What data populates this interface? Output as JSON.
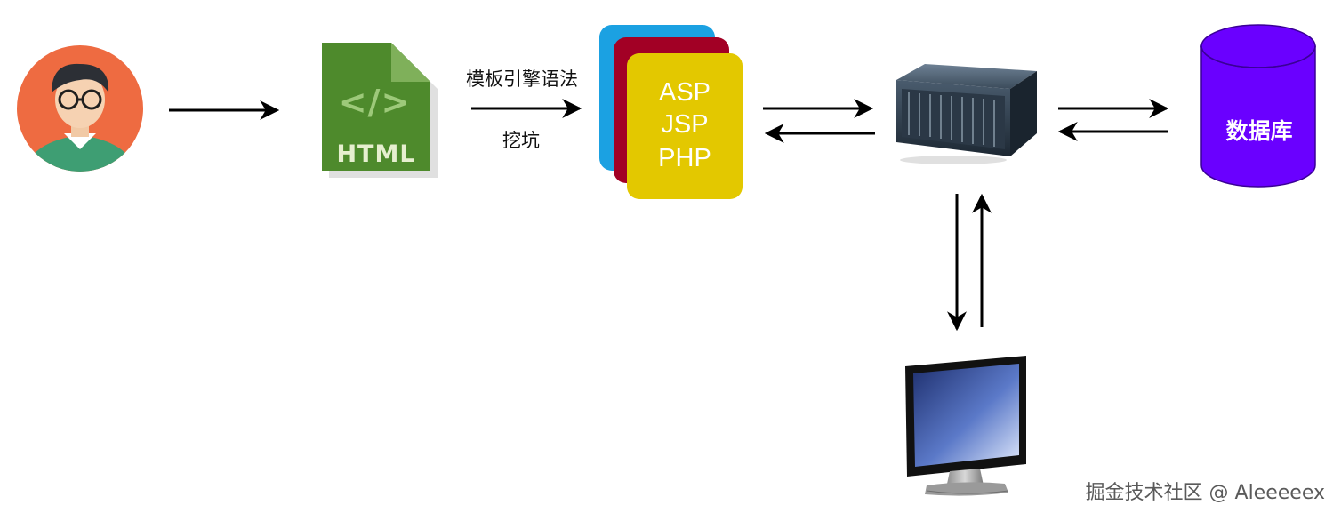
{
  "labels": {
    "template_syntax": "模板引擎语法",
    "dig_pit": "挖坑"
  },
  "html_icon": {
    "text": "HTML",
    "glyph": "</>"
  },
  "server_languages": [
    "ASP",
    "JSP",
    "PHP"
  ],
  "database": {
    "label": "数据库"
  },
  "watermark": "掘金技术社区 @ Aleeeeex",
  "colors": {
    "avatar_bg": "#EE6B41",
    "html_icon": "#4E8A2C",
    "card_blue": "#1BA1E2",
    "card_red": "#A20025",
    "card_yellow": "#E3C800",
    "database": "#6A00FF",
    "arrow": "#000000"
  },
  "icons": {
    "user": "user-avatar-icon",
    "html": "html-file-icon",
    "server": "rack-server-icon",
    "monitor": "monitor-icon",
    "database": "database-icon"
  }
}
